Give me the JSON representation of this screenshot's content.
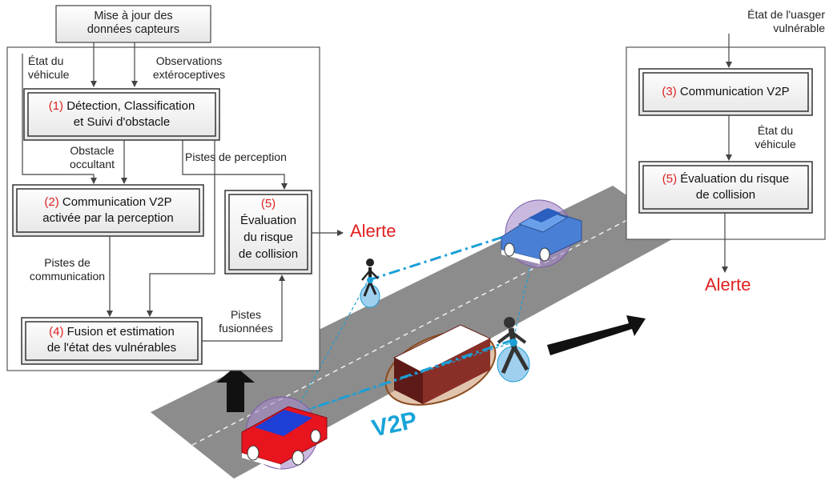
{
  "left_panel": {
    "sensor_update": "Mise à jour des\ndonnées capteurs",
    "vehicle_state": "État du\nvéhicule",
    "exteroceptive": "Observations\nextéroceptives",
    "box1": {
      "num": "(1)",
      "text": " Détection, Classification\net Suivi d'obstacle"
    },
    "occluding_obstacle": "Obstacle\noccultant",
    "perception_tracks": "Pistes de perception",
    "box2": {
      "num": "(2)",
      "text": " Communication V2P\nactivée par la perception"
    },
    "box5": {
      "num": "(5)",
      "text": "\nÉvaluation\ndu risque\nde collision"
    },
    "communication_tracks": "Pistes de\ncommunication",
    "fused_tracks": "Pistes\nfusionnées",
    "box4": {
      "num": "(4)",
      "text": " Fusion et estimation\nde l'état des vulnérables"
    },
    "alert": "Alerte"
  },
  "right_panel": {
    "vru_state": "État de l'uasger\nvulnérable",
    "box3": {
      "num": "(3)",
      "text": " Communication V2P"
    },
    "vehicle_state": "État du\nvéhicule",
    "box5": {
      "num": "(5)",
      "text": " Évaluation du risque\nde collision"
    },
    "alert": "Alerte"
  },
  "scene": {
    "v2p_label": "V2P"
  },
  "colors": {
    "alert_red": "#e02020",
    "v2p_blue": "#18a4d8",
    "road": "#8c8c8c",
    "red_car": "#e8141e",
    "blue_car": "#4a7fd6",
    "obstacle": "#7a2a24"
  }
}
